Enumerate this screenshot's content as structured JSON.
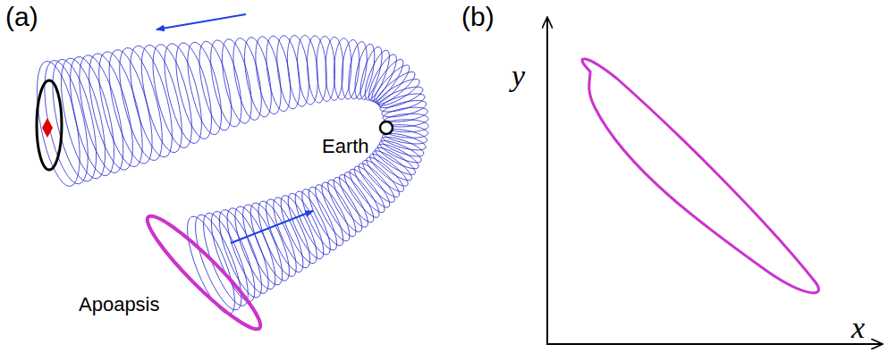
{
  "diagram": {
    "labels": [
      "(a)",
      "(b)",
      "Earth",
      "Apoapsis",
      "y",
      "x"
    ]
  }
}
